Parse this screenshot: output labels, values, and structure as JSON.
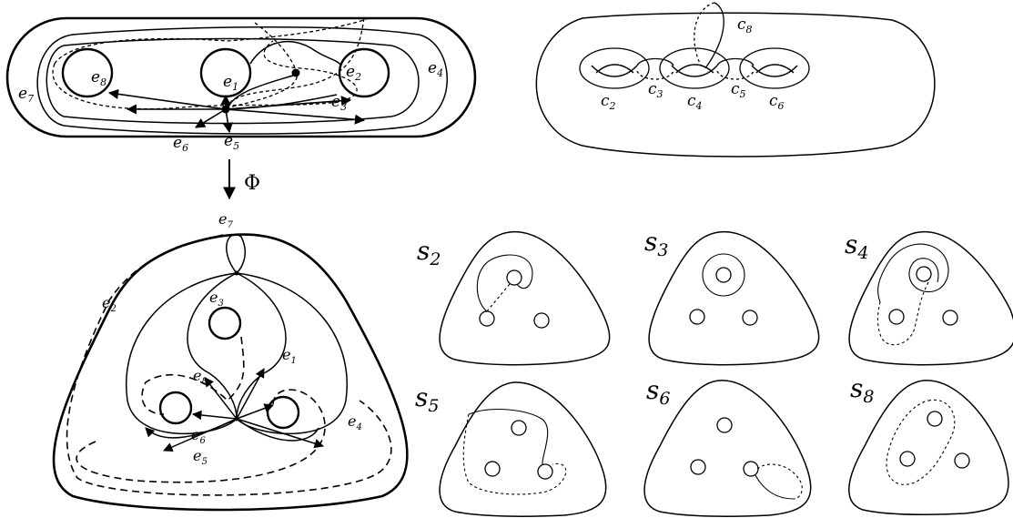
{
  "labels": {
    "top_left": {
      "e1": {
        "base": "e",
        "sub": "1"
      },
      "e2": {
        "base": "e",
        "sub": "2"
      },
      "e3": {
        "base": "e",
        "sub": "3"
      },
      "e4": {
        "base": "e",
        "sub": "4"
      },
      "e5": {
        "base": "e",
        "sub": "5"
      },
      "e6": {
        "base": "e",
        "sub": "6"
      },
      "e7": {
        "base": "e",
        "sub": "7"
      },
      "e8": {
        "base": "e",
        "sub": "8"
      }
    },
    "map": {
      "symbol": "Φ"
    },
    "top_right": {
      "c2": {
        "base": "c",
        "sub": "2"
      },
      "c3": {
        "base": "c",
        "sub": "3"
      },
      "c4": {
        "base": "c",
        "sub": "4"
      },
      "c5": {
        "base": "c",
        "sub": "5"
      },
      "c6": {
        "base": "c",
        "sub": "6"
      },
      "c8": {
        "base": "c",
        "sub": "8"
      }
    },
    "bottom_left": {
      "e1": {
        "base": "e",
        "sub": "1"
      },
      "e2": {
        "base": "e",
        "sub": "2"
      },
      "e3": {
        "base": "e",
        "sub": "3"
      },
      "e4": {
        "base": "e",
        "sub": "4"
      },
      "e5": {
        "base": "e",
        "sub": "5"
      },
      "e6": {
        "base": "e",
        "sub": "6"
      },
      "e7": {
        "base": "e",
        "sub": "7"
      },
      "e8": {
        "base": "e",
        "sub": "8"
      }
    },
    "panels": {
      "s2": {
        "base": "s",
        "sub": "2"
      },
      "s3": {
        "base": "s",
        "sub": "3"
      },
      "s4": {
        "base": "s",
        "sub": "4"
      },
      "s5": {
        "base": "s",
        "sub": "5"
      },
      "s6": {
        "base": "s",
        "sub": "6"
      },
      "s8": {
        "base": "s",
        "sub": "8"
      }
    }
  }
}
